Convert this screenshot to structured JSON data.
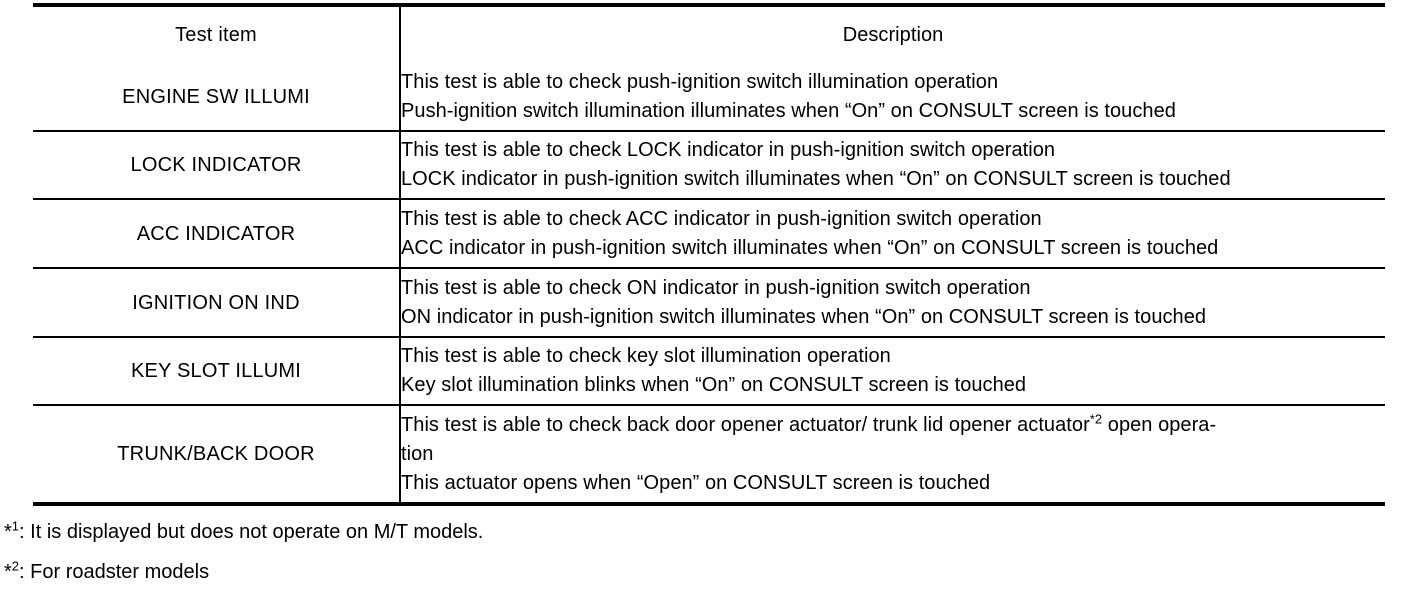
{
  "table": {
    "columns": [
      "Test item",
      "Description"
    ],
    "rows": [
      {
        "item": "ENGINE SW ILLUMI",
        "lines": [
          "This test is able to check push-ignition switch illumination operation",
          "Push-ignition switch illumination illuminates when “On” on CONSULT screen is touched"
        ]
      },
      {
        "item": "LOCK INDICATOR",
        "lines": [
          "This test is able to check LOCK indicator in push-ignition switch operation",
          "LOCK indicator in push-ignition switch illuminates when “On” on CONSULT screen is touched"
        ]
      },
      {
        "item": "ACC INDICATOR",
        "lines": [
          "This test is able to check ACC indicator in push-ignition switch operation",
          "ACC indicator in push-ignition switch illuminates when “On” on CONSULT screen is touched"
        ]
      },
      {
        "item": "IGNITION ON IND",
        "lines": [
          "This test is able to check ON indicator in push-ignition switch operation",
          "ON indicator in push-ignition switch illuminates when “On” on CONSULT screen is touched"
        ]
      },
      {
        "item": "KEY SLOT ILLUMI",
        "lines": [
          "This test is able to check key slot illumination operation",
          "Key slot illumination blinks when “On” on CONSULT screen is touched"
        ]
      },
      {
        "item": "TRUNK/BACK DOOR",
        "lines": [
          "This test is able to check back door opener actuator/ trunk lid opener actuator",
          "tion",
          "This actuator opens when “Open” on CONSULT screen is touched"
        ],
        "line1_sup": "*2",
        "line1_tail": " open opera-"
      }
    ]
  },
  "footnotes": [
    {
      "marker_star": "*",
      "marker_num": "1",
      "text": ": It is displayed but does not operate on M/T models."
    },
    {
      "marker_star": "*",
      "marker_num": "2",
      "text": ": For roadster models"
    }
  ]
}
